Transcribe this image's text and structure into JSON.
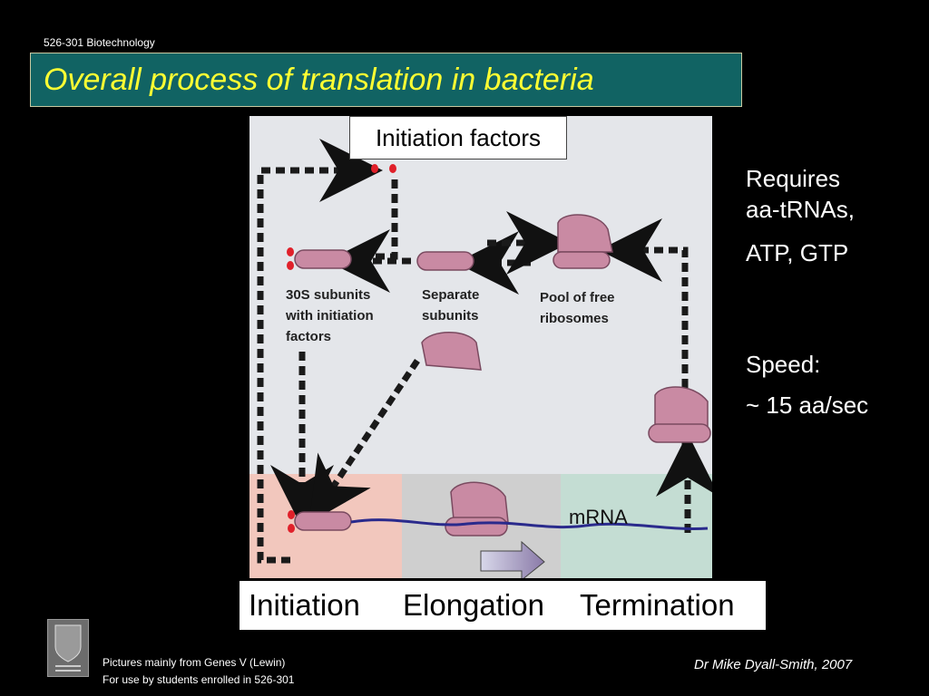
{
  "header": {
    "course": "526-301 Biotechnology",
    "title": "Overall process of translation in bacteria"
  },
  "diagram": {
    "initiation_factors_label": "Initiation factors",
    "labels": {
      "subunits_with_factors": [
        "30S subunits",
        "with initiation",
        "factors"
      ],
      "separate_subunits": [
        "Separate",
        "subunits"
      ],
      "pool": [
        "Pool of free",
        "ribosomes"
      ],
      "mrna": "mRNA"
    },
    "phases": [
      "Initiation",
      "Elongation",
      "Termination"
    ],
    "colors": {
      "background": "#e4e6ea",
      "initiation_zone": "#f2c7bd",
      "elongation_zone": "#cfcfcf",
      "termination_zone": "#c4ddd3",
      "ribosome": "#c98aa3",
      "factor": "#e0202a",
      "mrna": "#2a2a8c"
    }
  },
  "notes": {
    "requires": [
      "Requires",
      "aa-tRNAs,"
    ],
    "energy": "ATP, GTP",
    "speed_label": "Speed:",
    "speed_value": "~ 15 aa/sec"
  },
  "footer": {
    "source": "Pictures mainly from Genes V (Lewin)",
    "usage": "For use by students enrolled in 526-301",
    "author": "Dr Mike Dyall-Smith, 2007"
  },
  "logo_icon": "university-crest-icon"
}
